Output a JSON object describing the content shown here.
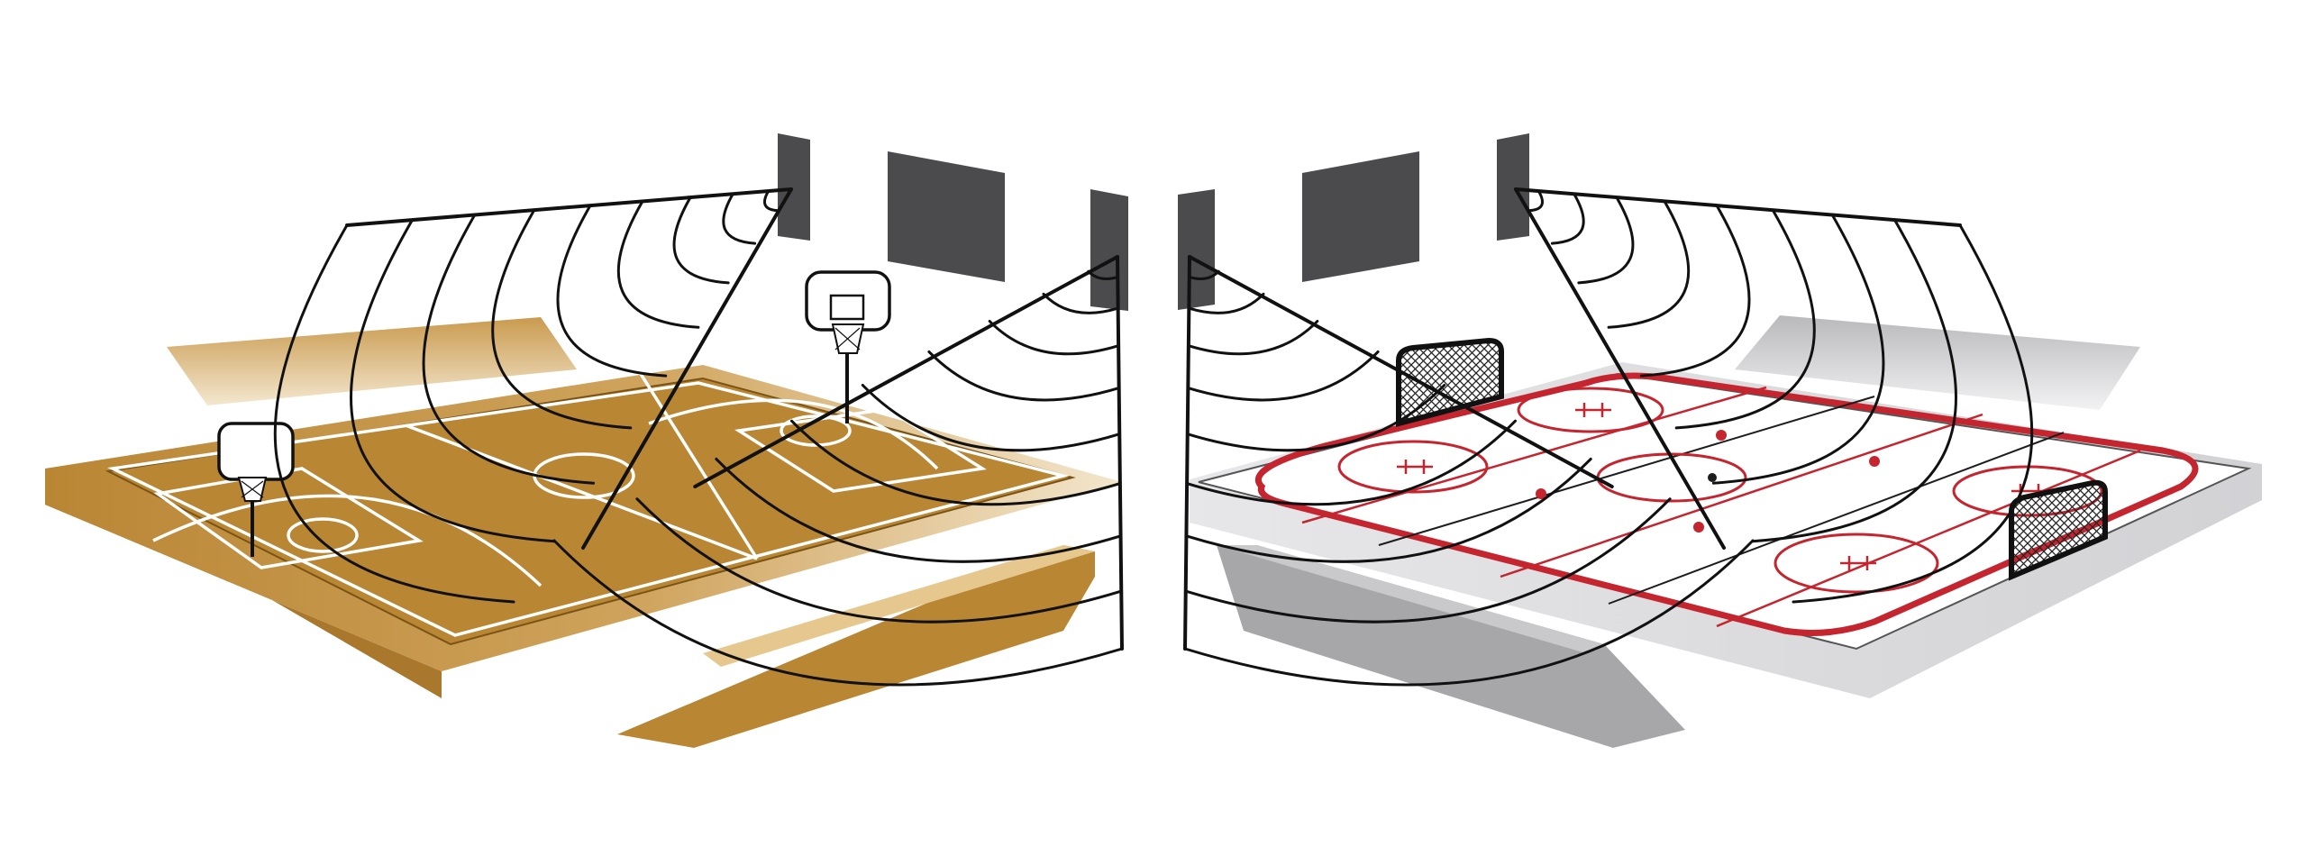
{
  "colors": {
    "background": "#ffffff",
    "wood": "#b98634",
    "wood_light": "#e9d2a4",
    "court_lines": "#ffffff",
    "ice": "#ffffff",
    "ice_slab": "#dcdcde",
    "rink_red": "#c4252f",
    "rink_black": "#1d1d1d",
    "speaker": "#4b4b4d",
    "stand_gray": "#a7a7aa",
    "arc_stroke": "#111111"
  },
  "scenes": [
    {
      "id": "basketball-court",
      "icon": "basketball-court-icon"
    },
    {
      "id": "hockey-rink",
      "icon": "hockey-rink-icon"
    }
  ],
  "speakers": {
    "count": 6,
    "icon": "speaker-panel-icon"
  },
  "coverage_fans": {
    "count": 4,
    "arcs_per_fan": 9,
    "icon": "speaker-coverage-arcs-icon"
  },
  "fixtures": [
    {
      "id": "basketball-hoop-left",
      "icon": "basketball-hoop-icon"
    },
    {
      "id": "basketball-hoop-right",
      "icon": "basketball-hoop-icon"
    },
    {
      "id": "hockey-goal-left",
      "icon": "hockey-goal-icon"
    },
    {
      "id": "hockey-goal-right",
      "icon": "hockey-goal-icon"
    }
  ]
}
